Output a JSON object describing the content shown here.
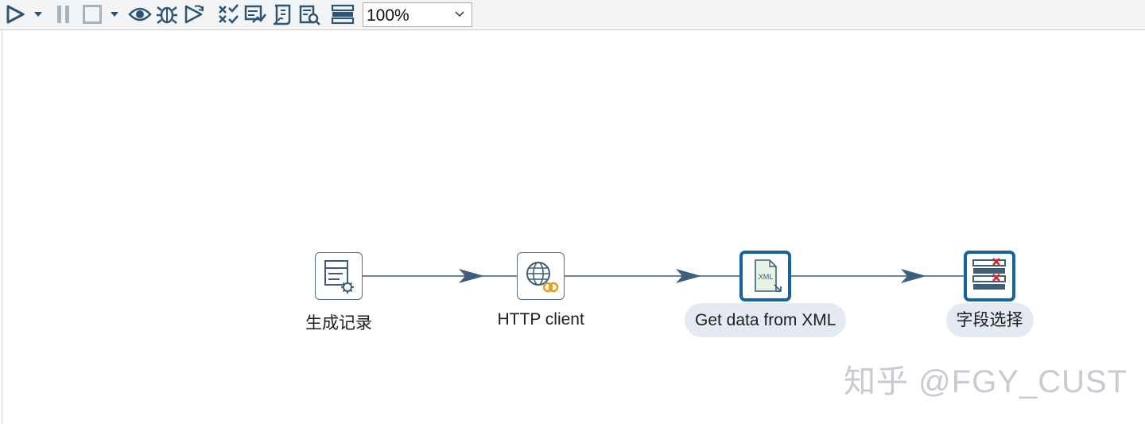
{
  "toolbar": {
    "buttons": [
      {
        "name": "run-icon"
      },
      {
        "name": "run-options-dropdown-icon"
      },
      {
        "name": "pause-icon"
      },
      {
        "name": "stop-icon"
      },
      {
        "name": "stop-options-dropdown-icon"
      },
      {
        "name": "preview-icon"
      },
      {
        "name": "debug-icon"
      },
      {
        "name": "replay-icon"
      },
      {
        "name": "verify-icon"
      },
      {
        "name": "impact-analysis-icon"
      },
      {
        "name": "sql-icon"
      },
      {
        "name": "database-explore-icon"
      },
      {
        "name": "show-results-icon"
      }
    ],
    "zoom": {
      "value": "100%"
    }
  },
  "canvas": {
    "steps": [
      {
        "id": "generate-rows",
        "label": "生成记录",
        "icon": "generate-rows-icon",
        "selected": false
      },
      {
        "id": "http-client",
        "label": "HTTP client",
        "icon": "http-client-icon",
        "selected": false
      },
      {
        "id": "get-data-from-xml",
        "label": "Get data from XML",
        "icon": "xml-file-icon",
        "selected": true
      },
      {
        "id": "select-values",
        "label": "字段选择",
        "icon": "select-values-icon",
        "selected": true
      }
    ],
    "hops": [
      {
        "from": "generate-rows",
        "to": "http-client"
      },
      {
        "from": "http-client",
        "to": "get-data-from-xml"
      },
      {
        "from": "get-data-from-xml",
        "to": "select-values"
      }
    ],
    "hop_color": "#3d5f7c"
  },
  "watermark": "知乎 @FGY_CUST"
}
